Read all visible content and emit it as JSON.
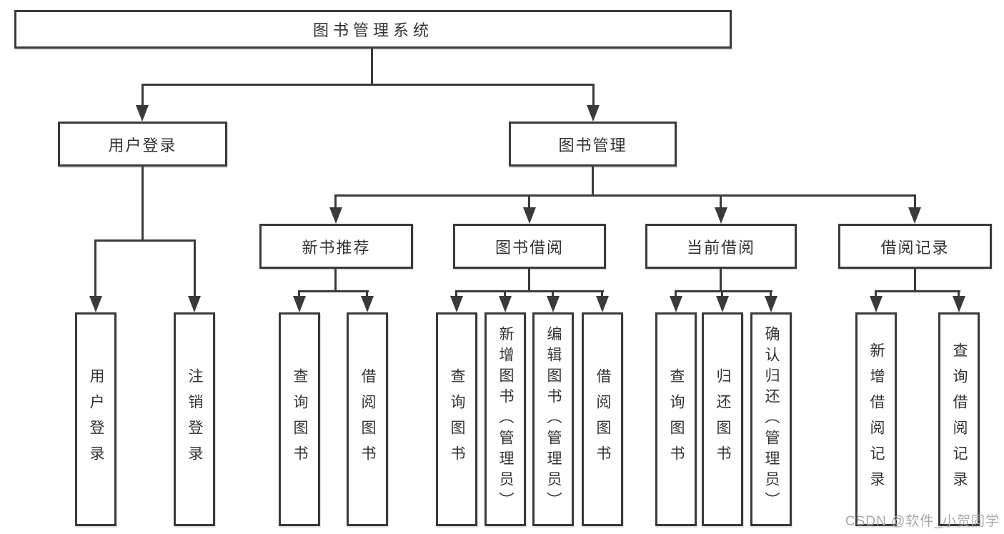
{
  "diagram_title": "图书管理系统",
  "nodes": {
    "root": "图书管理系统",
    "user_login": "用户登录",
    "book_mgmt": "图书管理",
    "new_books": "新书推荐",
    "book_borrow": "图书借阅",
    "current_borrow": "当前借阅",
    "borrow_records": "借阅记录",
    "g1": [
      "用户登录",
      "注销登录"
    ],
    "g2": [
      "查询图书",
      "借阅图书"
    ],
    "g3": [
      "查询图书",
      "新增图书（管理员）",
      "编辑图书（管理员）",
      "借阅图书"
    ],
    "g4": [
      "查询图书",
      "归还图书",
      "确认归还（管理员）"
    ],
    "g5": [
      "新增借阅记录",
      "查询借阅记录"
    ]
  },
  "hierarchy": {
    "图书管理系统": {
      "用户登录": [
        "用户登录",
        "注销登录"
      ],
      "图书管理": {
        "新书推荐": [
          "查询图书",
          "借阅图书"
        ],
        "图书借阅": [
          "查询图书",
          "新增图书（管理员）",
          "编辑图书（管理员）",
          "借阅图书"
        ],
        "当前借阅": [
          "查询图书",
          "归还图书",
          "确认归还（管理员）"
        ],
        "借阅记录": [
          "新增借阅记录",
          "查询借阅记录"
        ]
      }
    }
  },
  "colors": {
    "line": "#3a3a3a",
    "text": "#333333",
    "background": "#ffffff",
    "watermark": "#a8a8a8"
  },
  "watermark": "CSDN @软件_小贺同学"
}
